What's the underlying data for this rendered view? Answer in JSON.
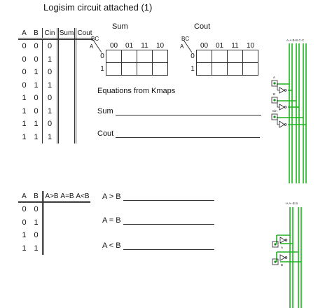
{
  "title": "Logisim circuit attached (1)",
  "table1": {
    "headers": [
      "A",
      "B",
      "Cin",
      "Sum",
      "Cout"
    ],
    "rows": [
      [
        "0",
        "0",
        "0"
      ],
      [
        "0",
        "0",
        "1"
      ],
      [
        "0",
        "1",
        "0"
      ],
      [
        "0",
        "1",
        "1"
      ],
      [
        "1",
        "0",
        "0"
      ],
      [
        "1",
        "0",
        "1"
      ],
      [
        "1",
        "1",
        "0"
      ],
      [
        "1",
        "1",
        "1"
      ]
    ]
  },
  "kmap_sum": {
    "title": "Sum",
    "corner_top": "BC",
    "corner_left": "A",
    "cols": [
      "00",
      "01",
      "11",
      "10"
    ],
    "rows": [
      "0",
      "1"
    ]
  },
  "kmap_cout": {
    "title": "Cout",
    "corner_top": "BC",
    "corner_left": "A",
    "cols": [
      "00",
      "01",
      "11",
      "10"
    ],
    "rows": [
      "0",
      "1"
    ]
  },
  "equations": {
    "heading": "Equations from Kmaps",
    "sum_label": "Sum",
    "cout_label": "Cout"
  },
  "table2": {
    "headers": [
      "A",
      "B",
      "A>B",
      "A=B",
      "A<B"
    ],
    "rows": [
      [
        "0",
        "0"
      ],
      [
        "0",
        "1"
      ],
      [
        "1",
        "0"
      ],
      [
        "1",
        "1"
      ]
    ]
  },
  "comparisons": [
    "A > B",
    "A = B",
    "A < B"
  ],
  "circuit1": {
    "top_labels": [
      "A-A",
      "B-B",
      "C-C"
    ],
    "pin_labels": [
      "A",
      "B",
      "Cin"
    ]
  },
  "circuit2": {
    "top_labels": [
      "-A A",
      "-B B"
    ],
    "pin_labels": [
      "A",
      "B"
    ]
  }
}
